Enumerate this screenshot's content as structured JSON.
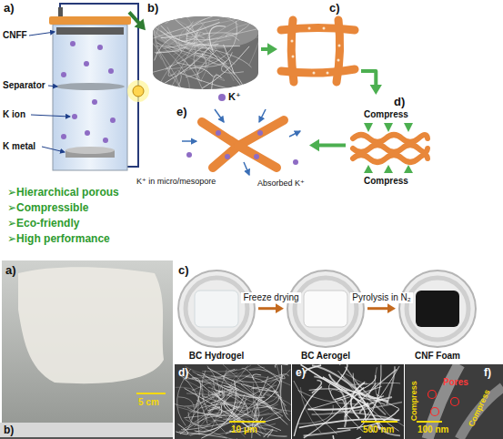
{
  "diagram": {
    "nodes": [
      {
        "text": [
          "a)"
        ]
      },
      {
        "text": [
          "b)"
        ]
      },
      {
        "text": [
          "c)"
        ]
      },
      {
        "text": [
          "d)"
        ]
      },
      {
        "text": [
          "e)"
        ]
      },
      {
        "text": [
          "BC Hydrogel"
        ]
      },
      {
        "text": [
          "BC Aerogel"
        ]
      },
      {
        "text": [
          "CNF Foam"
        ]
      }
    ],
    "edges": [
      {
        "from": 0,
        "to": 1,
        "arrow": "to"
      },
      {
        "from": 1,
        "to": 2,
        "arrow": "to"
      },
      {
        "from": 2,
        "to": 3,
        "arrow": "to"
      },
      {
        "from": 3,
        "to": 4,
        "arrow": "to"
      },
      {
        "from": 5,
        "to": 6,
        "label": "Freeze drying",
        "arrow": "to"
      },
      {
        "from": 6,
        "to": 7,
        "label": "Pyrolysis in N₂",
        "arrow": "to"
      }
    ],
    "labels": [
      "CNFF",
      "Separator",
      "K ion",
      "K metal",
      "K⁺",
      "Compress",
      "Compress",
      "Absorbed K⁺",
      "K⁺ in micro/mesopore",
      "➢Hierarchical porous",
      "➢Compressible",
      "➢Eco-friendly",
      "➢High performance",
      "a)",
      "5 cm",
      "b)",
      "c)",
      "d)",
      "10 μm",
      "e)",
      "500 nm",
      "f)",
      "Pores",
      "Compress",
      "Compress",
      "100 nm"
    ]
  }
}
